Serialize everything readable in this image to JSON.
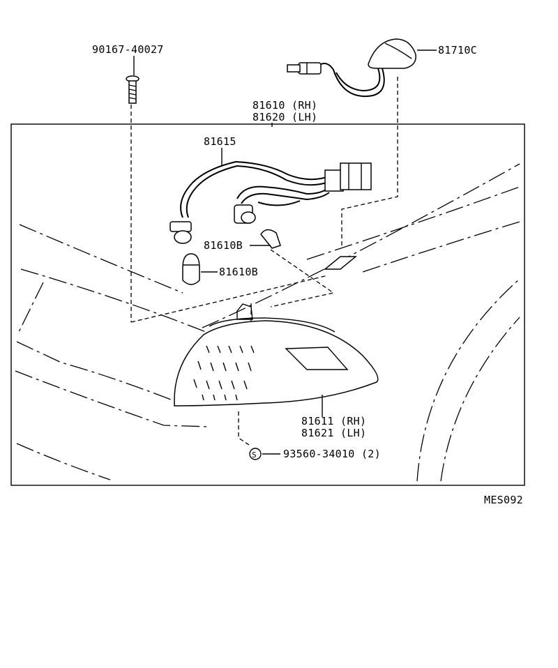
{
  "labels": {
    "screw": "90167-40027",
    "side_marker": "81710C",
    "lamp_assy_rh": "81610 (RH)",
    "lamp_assy_lh": "81620 (LH)",
    "socket_wire": "81615",
    "bulb_small": "81610B",
    "bulb_large": "81610B",
    "lens_rh": "81611 (RH)",
    "lens_lh": "81621 (LH)",
    "screw_set_symbol": "S",
    "screw_set": "93560-34010 (2)",
    "diagram_code": "MES092"
  }
}
